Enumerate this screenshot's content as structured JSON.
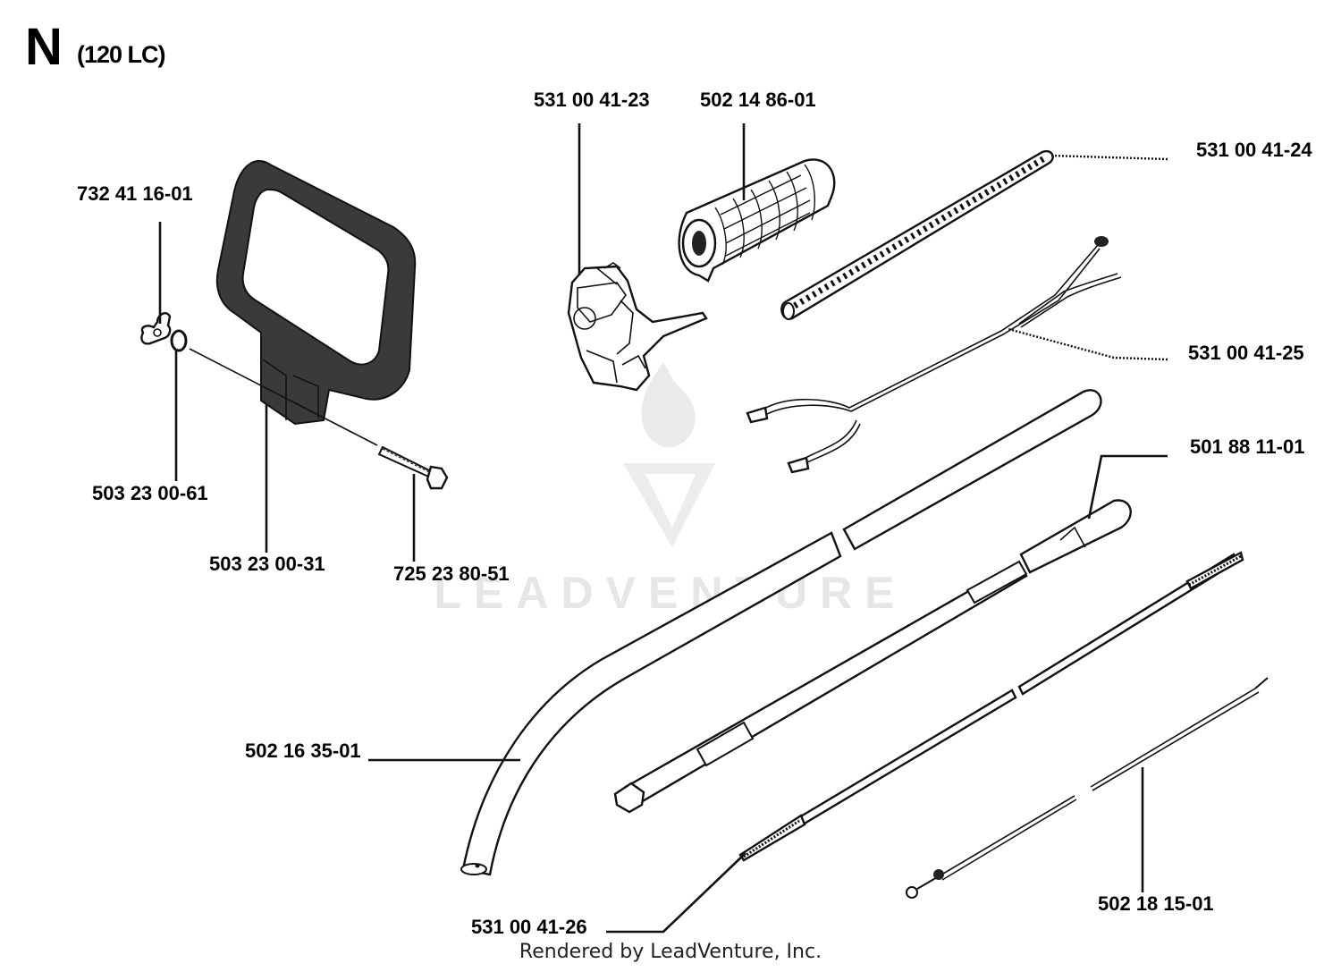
{
  "header": {
    "section_letter": "N",
    "model": "(120 LC)"
  },
  "watermark": {
    "text": "LEADVENTURE",
    "icon": "leadventure-flame-logo"
  },
  "parts": [
    {
      "id": "part-732-41-16-01",
      "number": "732 41 16-01",
      "name": "wing-nut"
    },
    {
      "id": "part-503-23-00-61",
      "number": "503 23 00-61",
      "name": "washer"
    },
    {
      "id": "part-503-23-00-31",
      "number": "503 23 00-31",
      "name": "loop-handle"
    },
    {
      "id": "part-725-23-80-51",
      "number": "725 23 80-51",
      "name": "bolt"
    },
    {
      "id": "part-531-00-41-23",
      "number": "531 00 41-23",
      "name": "throttle-housing"
    },
    {
      "id": "part-502-14-86-01",
      "number": "502 14 86-01",
      "name": "grip"
    },
    {
      "id": "part-531-00-41-24",
      "number": "531 00 41-24",
      "name": "protective-hose"
    },
    {
      "id": "part-531-00-41-25",
      "number": "531 00 41-25",
      "name": "wire-harness"
    },
    {
      "id": "part-501-88-11-01",
      "number": "501 88 11-01",
      "name": "bushing"
    },
    {
      "id": "part-502-16-35-01",
      "number": "502 16 35-01",
      "name": "shaft-tube"
    },
    {
      "id": "part-531-00-41-26",
      "number": "531 00 41-26",
      "name": "drive-shaft"
    },
    {
      "id": "part-502-18-15-01",
      "number": "502 18 15-01",
      "name": "throttle-cable"
    }
  ],
  "footer": {
    "text": "Rendered by LeadVenture, Inc."
  }
}
